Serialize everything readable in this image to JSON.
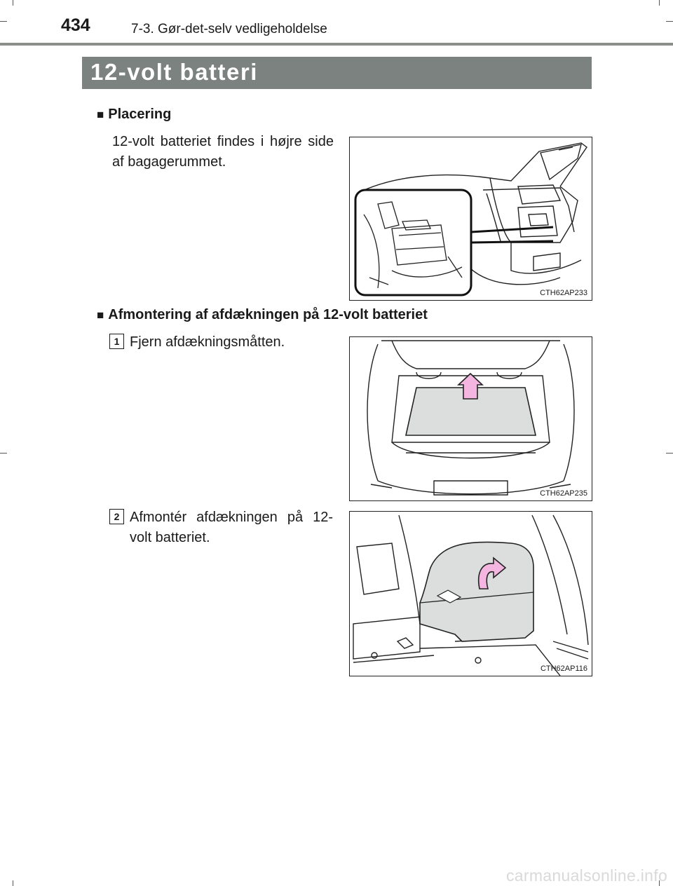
{
  "header": {
    "page_number": "434",
    "section": "7-3. Gør-det-selv vedligeholdelse"
  },
  "title": "12-volt batteri",
  "placering": {
    "bullet": "■",
    "heading": "Placering",
    "text": "12-volt batteriet findes i højre side af bagagerummet.",
    "figure_code": "CTH62AP233"
  },
  "afmontering": {
    "bullet": "■",
    "heading": "Afmontering af afdækningen på 12-volt batteriet",
    "steps": [
      {
        "number": "1",
        "text": "Fjern afdækningsmåtten.",
        "figure_code": "CTH62AP235"
      },
      {
        "number": "2",
        "text": "Afmontér afdækningen på 12-volt batteriet.",
        "figure_code": "CTH62AP116"
      }
    ]
  },
  "footer": {
    "watermark": "carmanualsonline.info"
  },
  "colors": {
    "title_bar": "#7b827f",
    "arrow_fill": "#f4b5e0",
    "panel_fill": "#dcdede"
  }
}
